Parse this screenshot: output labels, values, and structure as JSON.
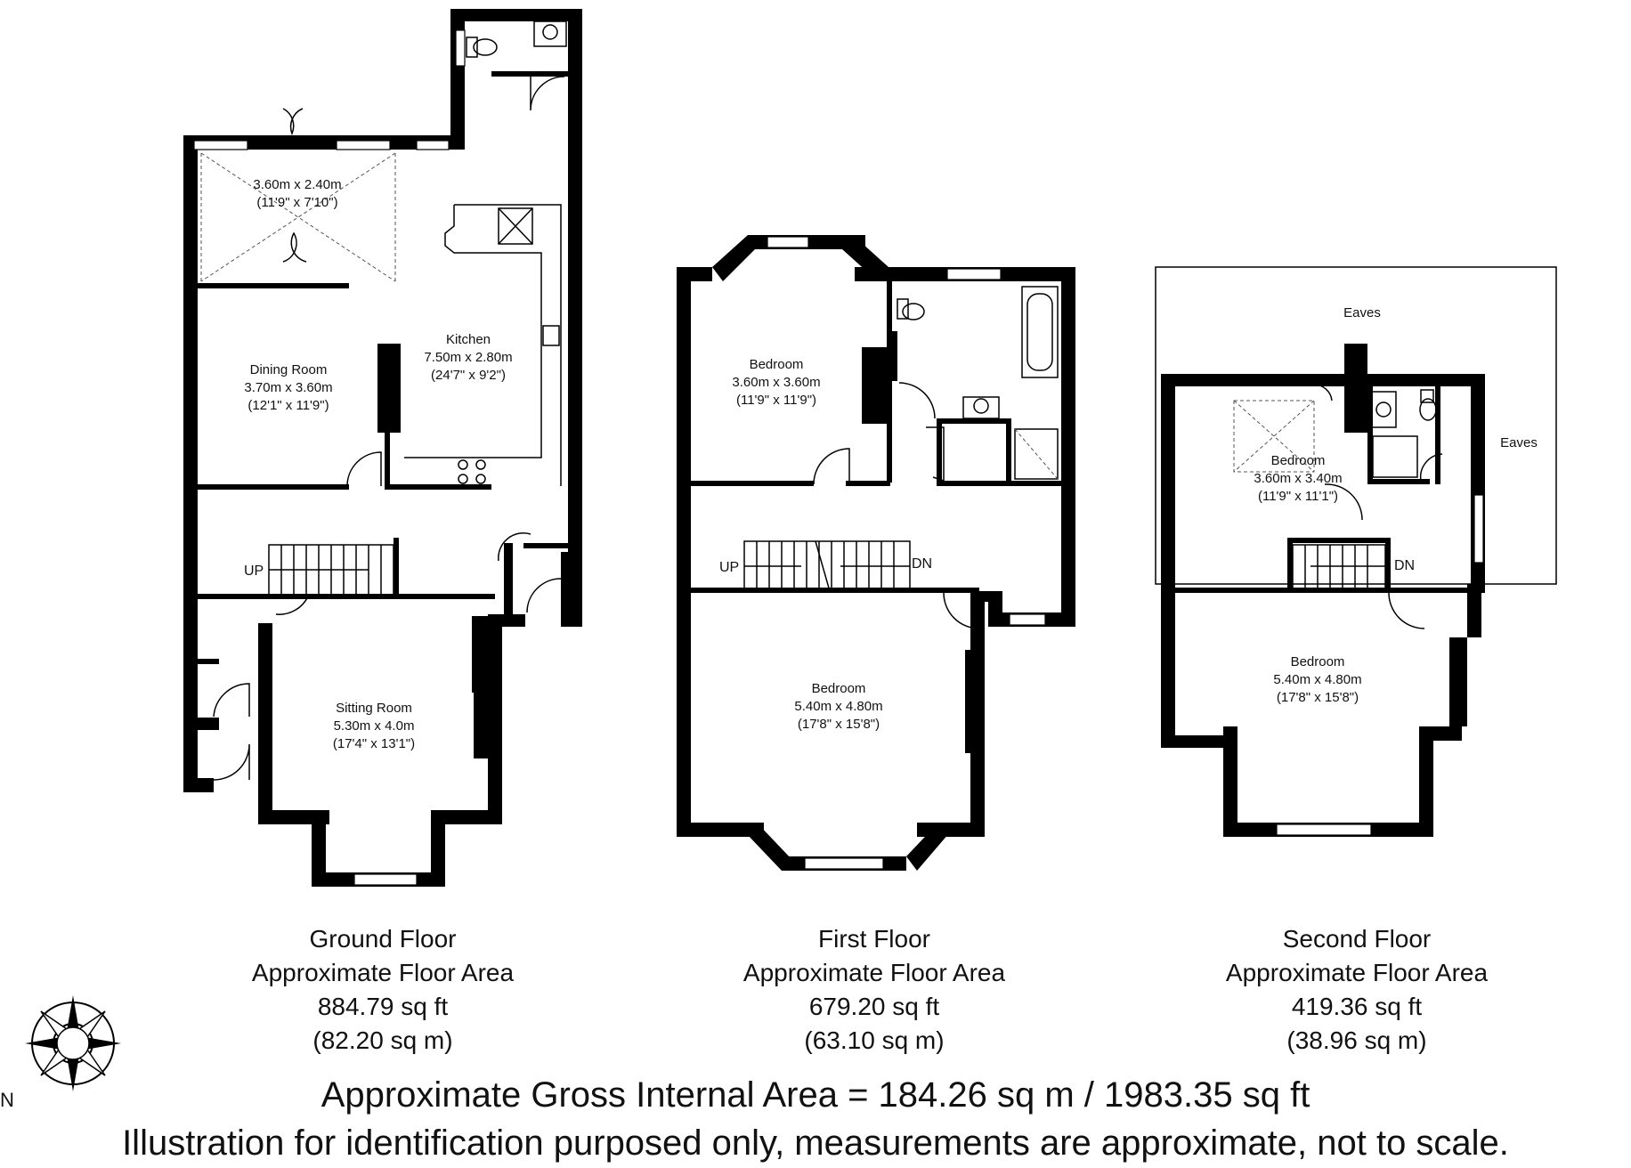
{
  "floors": [
    {
      "name": "Ground Floor",
      "area_label": "Approximate Floor Area",
      "sq_ft": "884.79 sq ft",
      "sq_m": "(82.20 sq m)",
      "rooms": [
        {
          "name": "",
          "metric": "3.60m x 2.40m",
          "imperial": "(11'9\" x 7'10\")"
        },
        {
          "name": "Kitchen",
          "metric": "7.50m x 2.80m",
          "imperial": "(24'7\" x 9'2\")"
        },
        {
          "name": "Dining Room",
          "metric": "3.70m x 3.60m",
          "imperial": "(12'1\" x 11'9\")"
        },
        {
          "name": "Sitting Room",
          "metric": "5.30m x 4.0m",
          "imperial": "(17'4\" x 13'1\")"
        }
      ],
      "stair_label": "UP"
    },
    {
      "name": "First Floor",
      "area_label": "Approximate Floor Area",
      "sq_ft": "679.20 sq ft",
      "sq_m": "(63.10 sq m)",
      "rooms": [
        {
          "name": "Bedroom",
          "metric": "3.60m x 3.60m",
          "imperial": "(11'9\" x 11'9\")"
        },
        {
          "name": "Bedroom",
          "metric": "5.40m x 4.80m",
          "imperial": "(17'8\" x 15'8\")"
        }
      ],
      "stair_up": "UP",
      "stair_down": "DN"
    },
    {
      "name": "Second Floor",
      "area_label": "Approximate Floor Area",
      "sq_ft": "419.36 sq ft",
      "sq_m": "(38.96 sq m)",
      "rooms": [
        {
          "name": "Bedroom",
          "metric": "3.60m x 3.40m",
          "imperial": "(11'9\" x 11'1\")"
        },
        {
          "name": "Bedroom",
          "metric": "5.40m x 4.80m",
          "imperial": "(17'8\" x 15'8\")"
        }
      ],
      "eaves_top": "Eaves",
      "eaves_right": "Eaves",
      "stair_down": "DN"
    }
  ],
  "gross_area": "Approximate Gross Internal Area = 184.26 sq m / 1983.35 sq ft",
  "disclaimer": "Illustration for identification purposed only, measurements are approximate, not to scale.",
  "compass_label": "N",
  "compass_icon": "compass-rose-icon",
  "colors": {
    "wall": "#000000",
    "background": "#ffffff",
    "fixture": "#333333"
  }
}
